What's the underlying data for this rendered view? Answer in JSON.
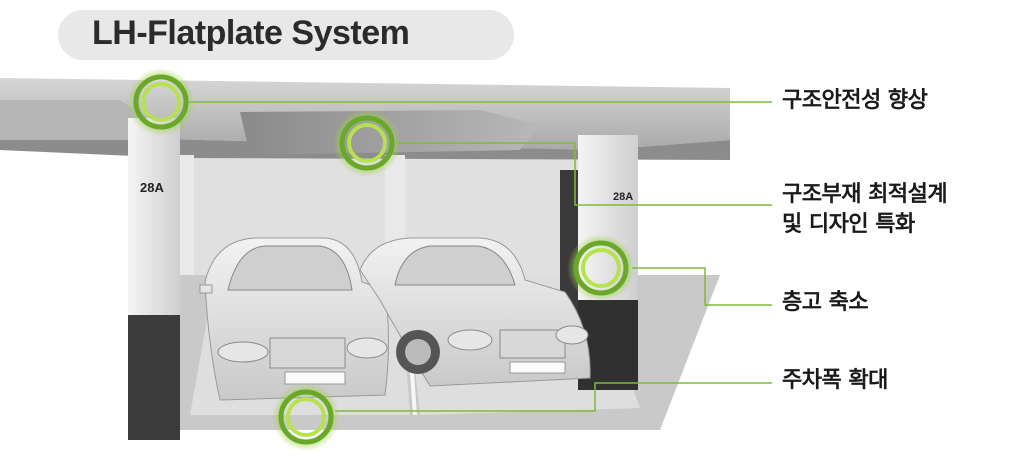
{
  "title": "LH-Flatplate System",
  "column_labels": [
    "28A",
    "28A"
  ],
  "callouts": [
    {
      "text": "구조안전성 향상"
    },
    {
      "lines": [
        "구조부재 최적설계",
        "및 디자인 특화"
      ]
    },
    {
      "text": "층고 축소"
    },
    {
      "text": "주차폭 확대"
    }
  ],
  "colors": {
    "accent": "#8cc63f",
    "accent_dark": "#5a9a1a",
    "line": "#6cb33f"
  }
}
